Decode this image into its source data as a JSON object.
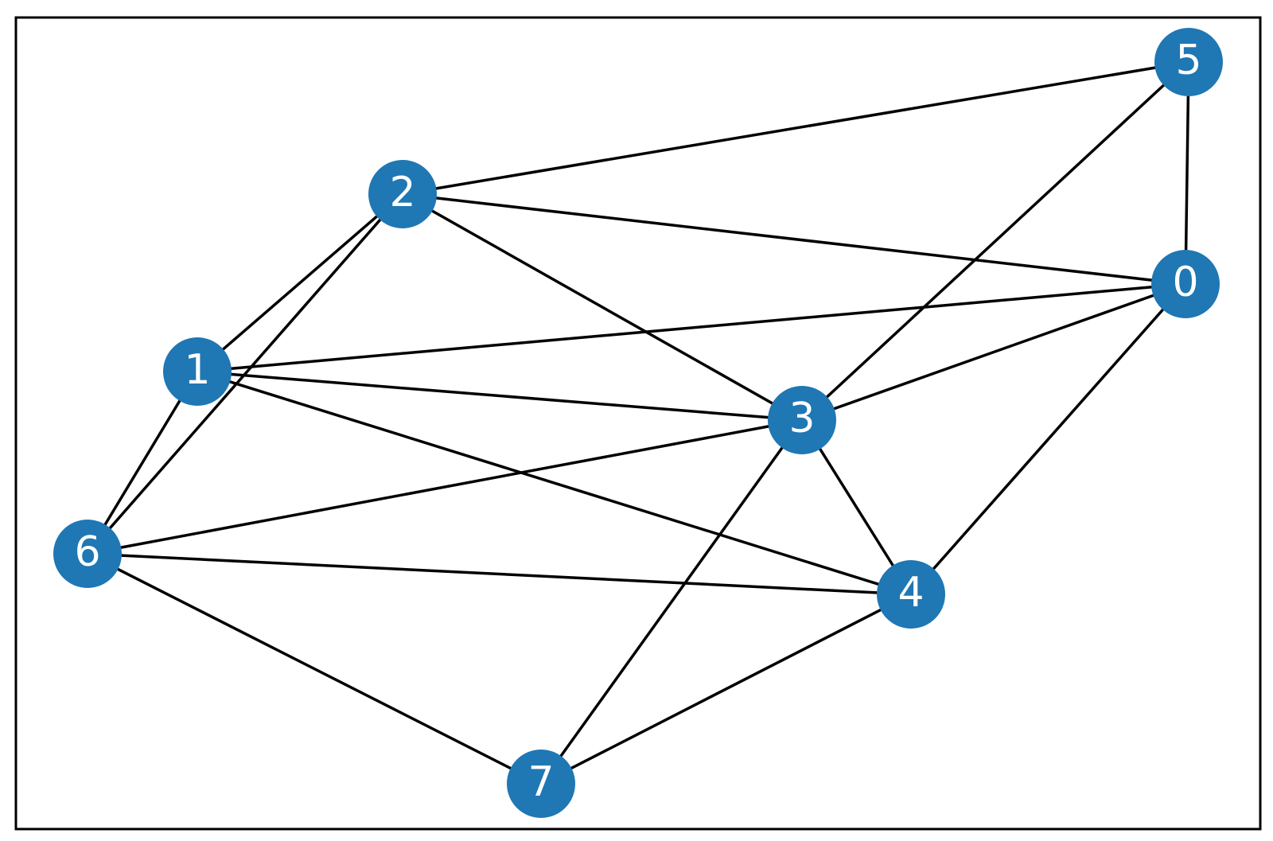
{
  "graph": {
    "node_color": "#1f77b4",
    "label_color": "#ffffff",
    "edge_color": "#000000",
    "nodes": [
      {
        "id": "0",
        "label": "0"
      },
      {
        "id": "1",
        "label": "1"
      },
      {
        "id": "2",
        "label": "2"
      },
      {
        "id": "3",
        "label": "3"
      },
      {
        "id": "4",
        "label": "4"
      },
      {
        "id": "5",
        "label": "5"
      },
      {
        "id": "6",
        "label": "6"
      },
      {
        "id": "7",
        "label": "7"
      }
    ],
    "edges": [
      [
        "5",
        "2"
      ],
      [
        "5",
        "0"
      ],
      [
        "5",
        "3"
      ],
      [
        "2",
        "0"
      ],
      [
        "2",
        "1"
      ],
      [
        "2",
        "6"
      ],
      [
        "2",
        "3"
      ],
      [
        "0",
        "1"
      ],
      [
        "0",
        "3"
      ],
      [
        "0",
        "4"
      ],
      [
        "1",
        "3"
      ],
      [
        "1",
        "4"
      ],
      [
        "1",
        "6"
      ],
      [
        "3",
        "6"
      ],
      [
        "3",
        "4"
      ],
      [
        "3",
        "7"
      ],
      [
        "6",
        "4"
      ],
      [
        "6",
        "7"
      ],
      [
        "4",
        "7"
      ]
    ]
  }
}
